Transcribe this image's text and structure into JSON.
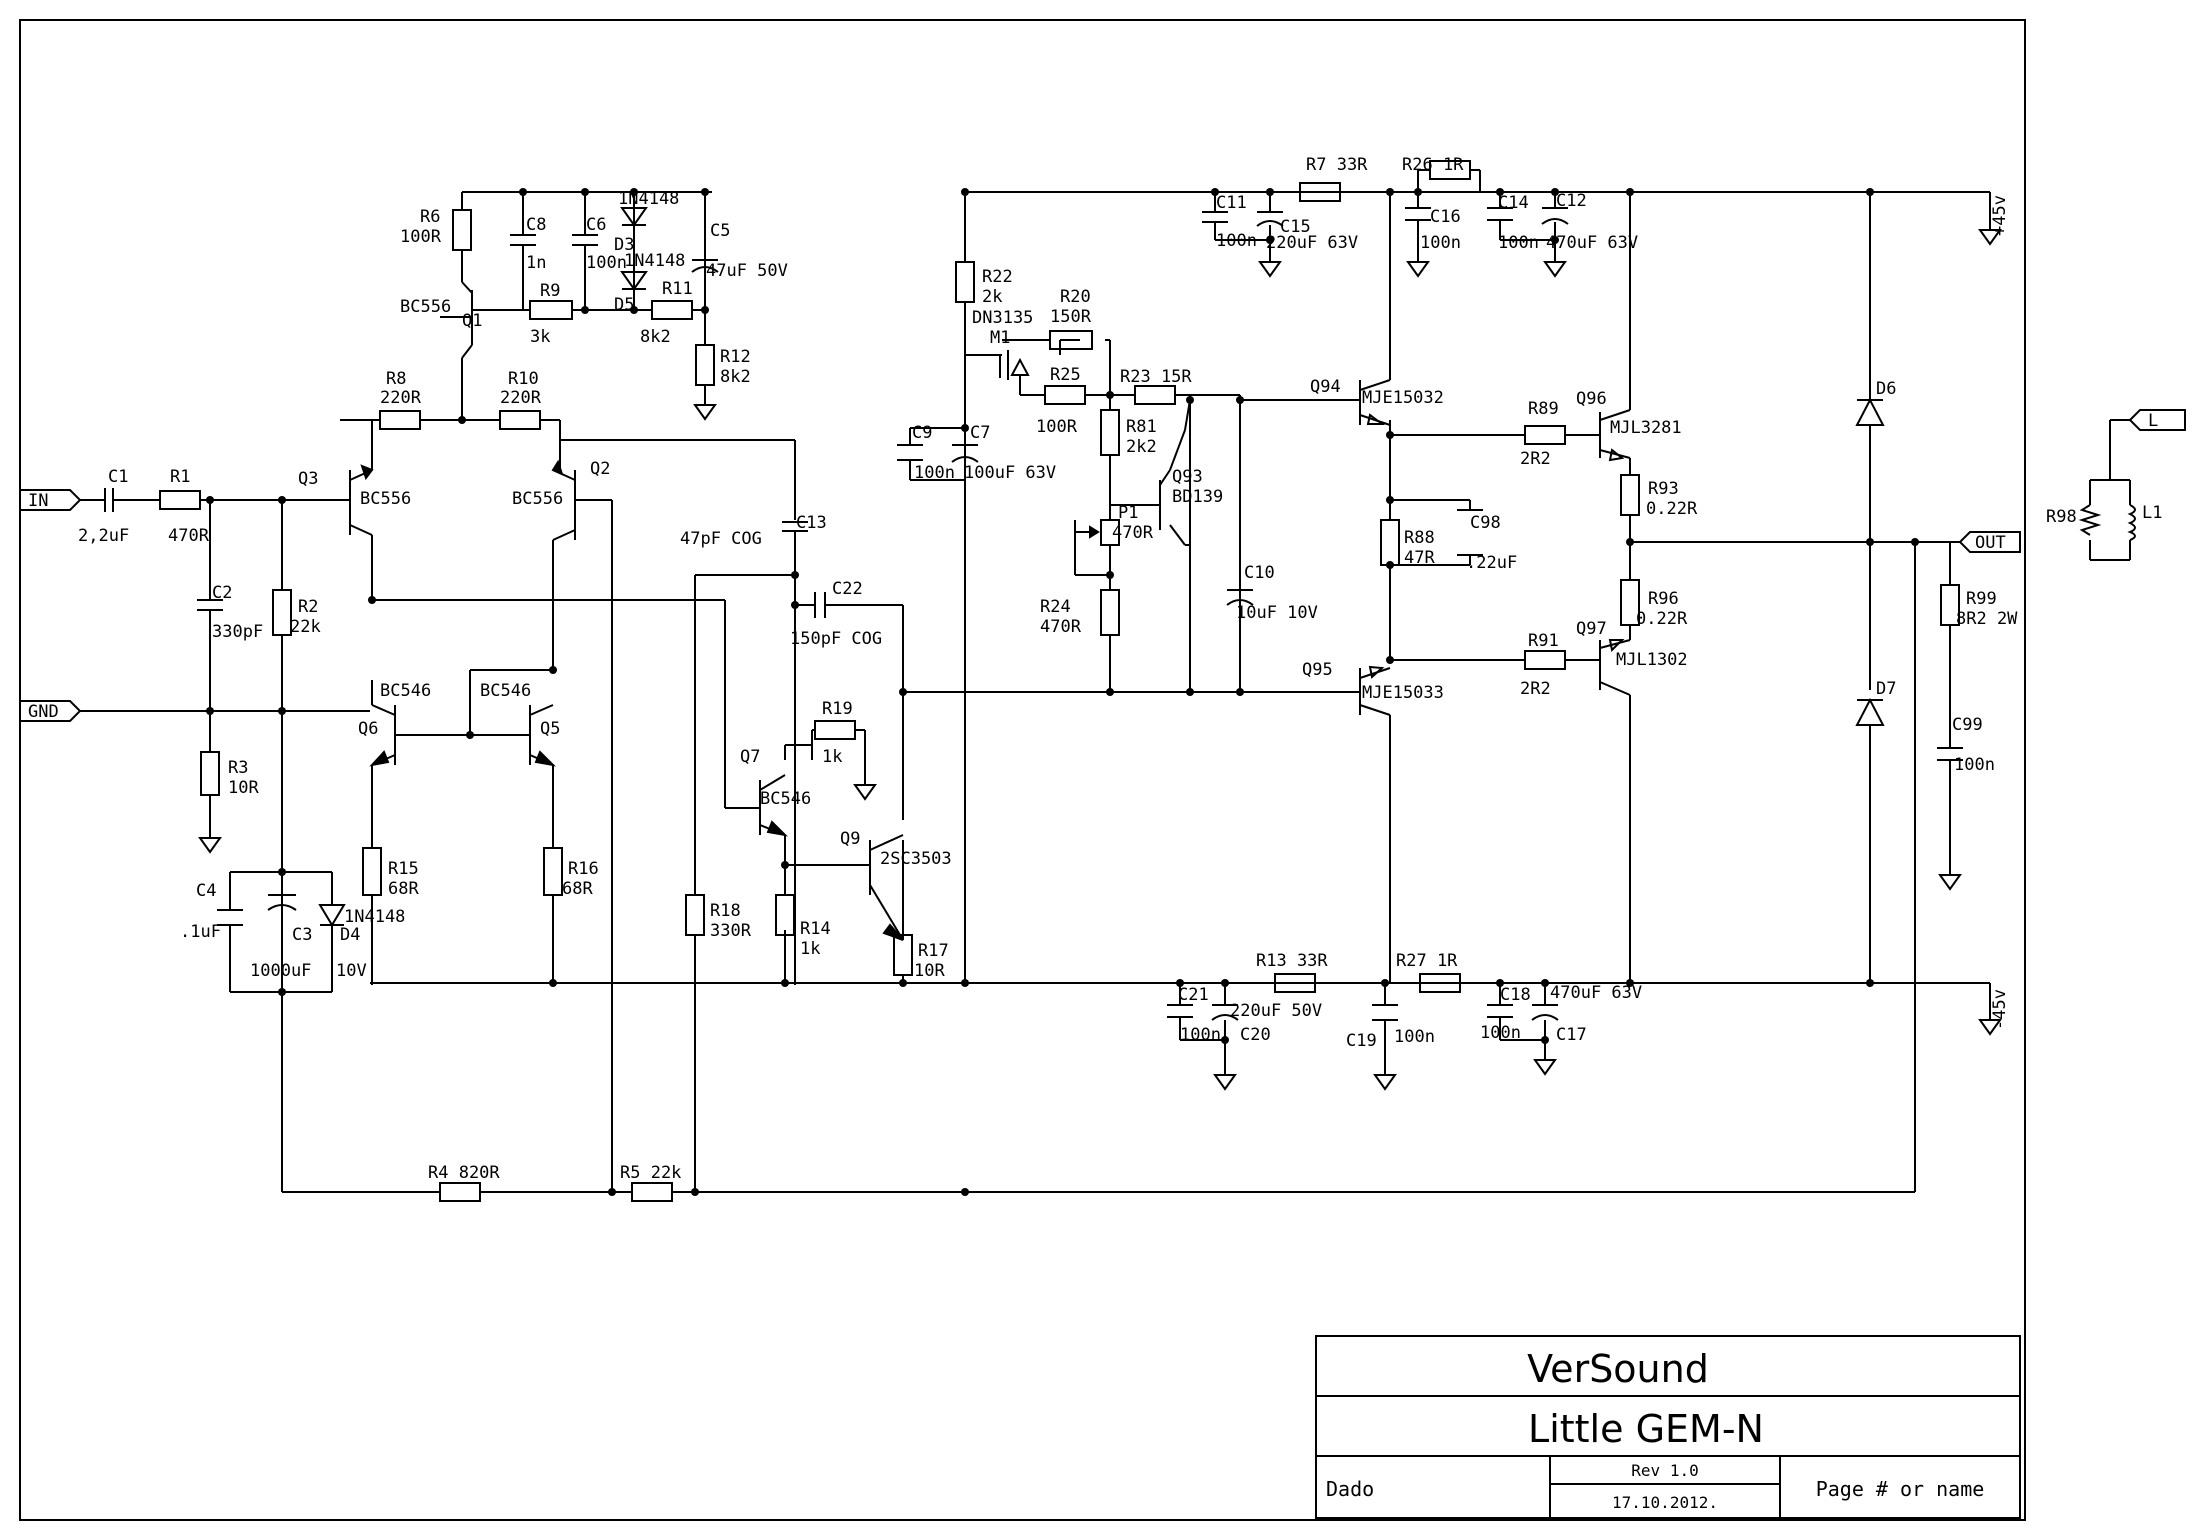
{
  "title_block": {
    "company": "VerSound",
    "project": "Little GEM-N",
    "author": "Dado",
    "revision": "Rev 1.0",
    "date": "17.10.2012.",
    "page": "Page # or name"
  },
  "ports": {
    "in": "IN",
    "gnd": "GND",
    "out": "OUT",
    "speaker": "L"
  },
  "rails": {
    "pos": "+45v",
    "neg": "-45v"
  },
  "labels": {
    "C1": "C1",
    "C1v": "2,2uF",
    "R1": "R1",
    "R1v": "470R",
    "C2": "C2",
    "C2v": "330pF",
    "R2": "R2",
    "R2v": "22k",
    "R3": "R3",
    "R3v": "10R",
    "C4": "C4",
    "C4v": ".1uF",
    "C3": "C3",
    "C3v": "1000uF",
    "D4": "D4",
    "D4t": "1N4148",
    "D4v": "10V",
    "R6": "R6",
    "R6v": "100R",
    "Q1": "Q1",
    "Q1t": "BC556",
    "C8": "C8",
    "C8v": "1n",
    "C6": "C6",
    "C6v": "100n",
    "R9": "R9",
    "R9v": "3k",
    "D3": "D3",
    "D3t": "1N4148",
    "D5": "D5",
    "D5t": "1N4148",
    "R11": "R11",
    "R11v": "8k2",
    "C5": "C5",
    "C5v": "47uF 50V",
    "R12": "R12",
    "R12v": "8k2",
    "R8": "R8",
    "R8v": "220R",
    "R10": "R10",
    "R10v": "220R",
    "Q3": "Q3",
    "Q3t": "BC556",
    "Q2": "Q2",
    "Q2t": "BC556",
    "Q6": "Q6",
    "Q6t": "BC546",
    "Q5": "Q5",
    "Q5t": "BC546",
    "R15": "R15",
    "R15v": "68R",
    "R16": "R16",
    "R16v": "68R",
    "C13": "C13",
    "C13v": "47pF COG",
    "C22": "C22",
    "C22v": "150pF COG",
    "R18": "R18",
    "R18v": "330R",
    "Q7": "Q7",
    "Q7t": "BC546",
    "R19": "R19",
    "R19v": "1k",
    "R14": "R14",
    "R14v": "1k",
    "Q9": "Q9",
    "Q9t": "2SC3503",
    "R17": "R17",
    "R17v": "10R",
    "R4": "R4 820R",
    "R5": "R5 22k",
    "R22": "R22",
    "R22v": "2k",
    "M1": "M1",
    "M1t": "DN3135",
    "R20": "R20",
    "R20v": "150R",
    "R25": "R25",
    "R25v": "100R",
    "R23": "R23 15R",
    "R81": "R81",
    "R81v": "2k2",
    "Q93": "Q93",
    "Q93t": "BD139",
    "P1": "P1",
    "P1v": "470R",
    "R24": "R24",
    "R24v": "470R",
    "C9": "C9",
    "C9v": "100n",
    "C7": "C7",
    "C7v": "100uF 63V",
    "C10": "C10",
    "C10v": "10uF 10V",
    "C11": "C11",
    "C11v": "100n",
    "C15": "C15",
    "C15v": "220uF 63V",
    "R7": "R7  33R",
    "R26": "R26  1R",
    "C16": "C16",
    "C16v": "100n",
    "C14": "C14",
    "C14v": "100n",
    "C12": "C12",
    "C12v": "470uF 63V",
    "Q94": "Q94",
    "Q94t": "MJE15032",
    "Q95": "Q95",
    "Q95t": "MJE15033",
    "R88": "R88",
    "R88v": "47R",
    "C98": "C98",
    "C98v": ".22uF",
    "R89": "R89",
    "R89v": "2R2",
    "R91": "R91",
    "R91v": "2R2",
    "Q96": "Q96",
    "Q96t": "MJL3281",
    "Q97": "Q97",
    "Q97t": "MJL1302",
    "R93": "R93",
    "R93v": "0.22R",
    "R96": "R96",
    "R96v": "0.22R",
    "D6": "D6",
    "D7": "D7",
    "R99": "R99",
    "R99v": "8R2 2W",
    "C99": "C99",
    "C99v": "100n",
    "R98": "R98",
    "L1": "L1",
    "R13": "R13  33R",
    "R27": "R27  1R",
    "C21": "C21",
    "C21v": "100n",
    "C20": "C20",
    "C20v": "220uF 50V",
    "C19": "C19",
    "C19v": "100n",
    "C18": "C18",
    "C18v": "100n",
    "C17": "C17",
    "C17v": "470uF 63V"
  }
}
